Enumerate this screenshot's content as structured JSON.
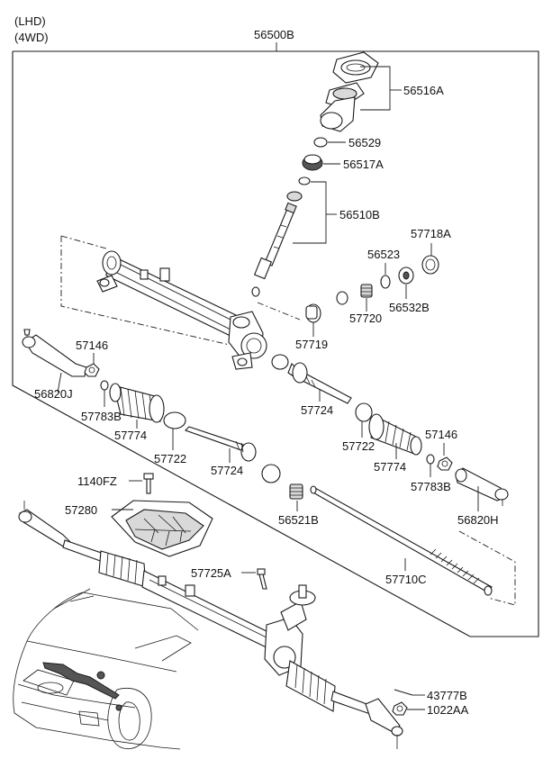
{
  "header": {
    "line1": "(LHD)",
    "line2": "(4WD)"
  },
  "labels": {
    "p56500B": "56500B",
    "p56516A": "56516A",
    "p56529": "56529",
    "p56517A": "56517A",
    "p56510B": "56510B",
    "p57718A": "57718A",
    "p56523": "56523",
    "p56532B": "56532B",
    "p57720": "57720",
    "p57719": "57719",
    "p57146_left": "57146",
    "p56820J": "56820J",
    "p57783B_left": "57783B",
    "p57774_left": "57774",
    "p57722_left": "57722",
    "p57724_upper": "57724",
    "p57722_right": "57722",
    "p57724_lower": "57724",
    "p57146_right": "57146",
    "p57774_right": "57774",
    "p57783B_right": "57783B",
    "p56820H": "56820H",
    "p1140FZ": "1140FZ",
    "p57280": "57280",
    "p56521B": "56521B",
    "p57710C": "57710C",
    "p57725A": "57725A",
    "p43777B": "43777B",
    "p1022AA": "1022AA"
  }
}
